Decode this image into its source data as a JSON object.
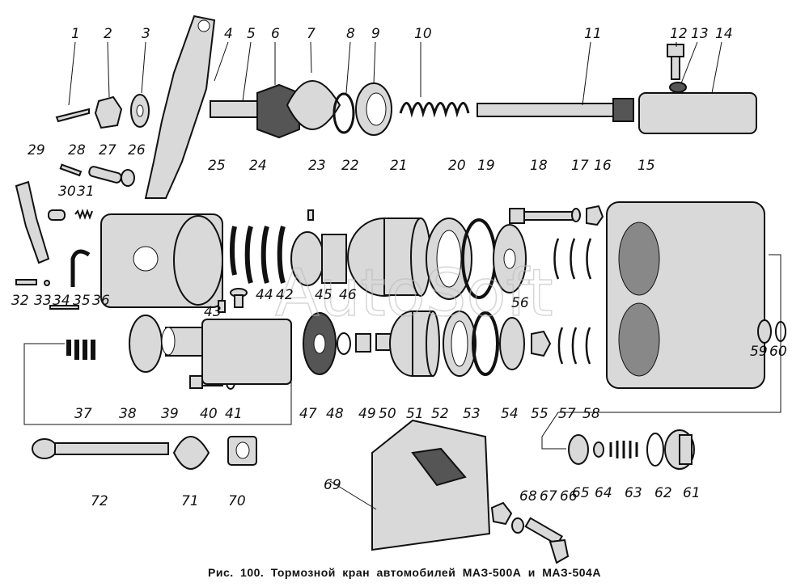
{
  "caption": "Рис. 100. Тормозной кран автомобилей МАЗ-500А и МАЗ-504А",
  "watermark": "AutoSoft",
  "part_labels": [
    "1",
    "2",
    "3",
    "4",
    "5",
    "6",
    "7",
    "8",
    "9",
    "10",
    "11",
    "12",
    "13",
    "14",
    "15",
    "16",
    "17",
    "18",
    "19",
    "20",
    "21",
    "22",
    "23",
    "24",
    "25",
    "26",
    "27",
    "28",
    "29",
    "30",
    "31",
    "32",
    "33",
    "34",
    "35",
    "36",
    "37",
    "38",
    "39",
    "40",
    "41",
    "42",
    "43",
    "44",
    "45",
    "46",
    "47",
    "48",
    "49",
    "50",
    "51",
    "52",
    "53",
    "54",
    "55",
    "56",
    "57",
    "58",
    "59",
    "60",
    "61",
    "62",
    "63",
    "64",
    "65",
    "66",
    "67",
    "68",
    "69",
    "70",
    "71",
    "72"
  ]
}
